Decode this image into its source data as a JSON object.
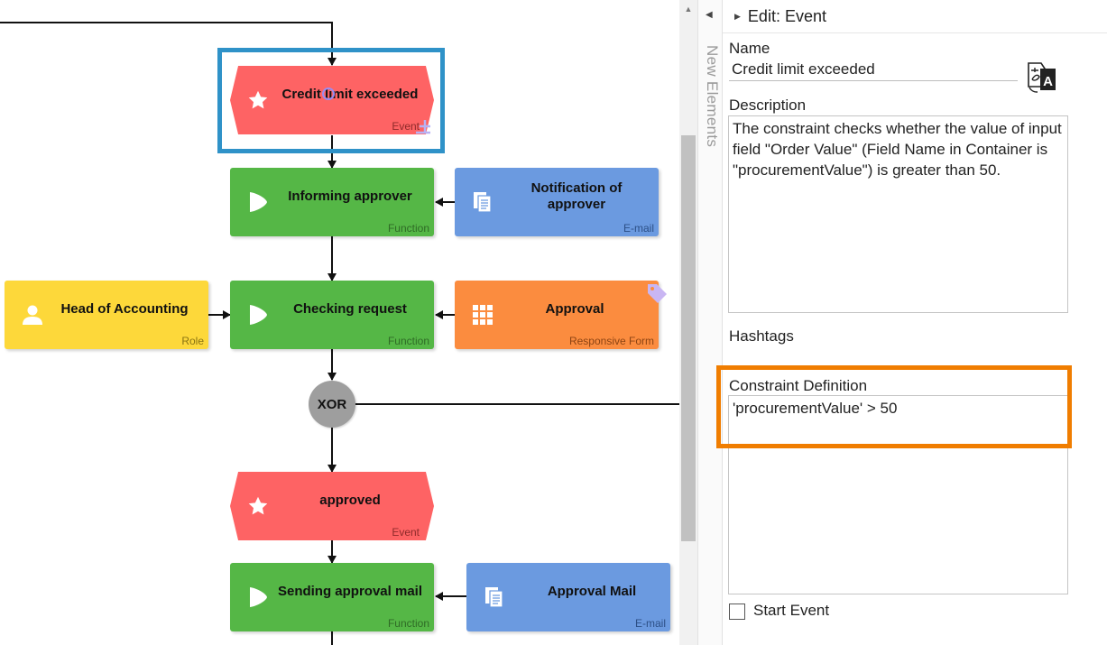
{
  "diagram": {
    "nodes": {
      "credit_limit": {
        "label": "Credit limit exceeded",
        "type": "Event"
      },
      "informing": {
        "label": "Informing approver",
        "type": "Function"
      },
      "notification": {
        "label": "Notification of approver",
        "type": "E-mail"
      },
      "head_accounting": {
        "label": "Head of Accounting",
        "type": "Role"
      },
      "checking": {
        "label": "Checking request",
        "type": "Function"
      },
      "approval_form": {
        "label": "Approval",
        "type": "Responsive Form"
      },
      "xor": {
        "label": "XOR"
      },
      "approved": {
        "label": "approved",
        "type": "Event"
      },
      "sending_mail": {
        "label": "Sending approval mail",
        "type": "Function"
      },
      "approval_mail": {
        "label": "Approval Mail",
        "type": "E-mail"
      }
    },
    "colors": {
      "event": "#fe6364",
      "function": "#55b746",
      "email": "#6b9ae0",
      "role": "#fdd83a",
      "form": "#fb8c3f",
      "gateway": "#9e9e9e",
      "selection": "#2f92c8",
      "highlight": "#f07d00"
    }
  },
  "palette": {
    "label": "New Elements"
  },
  "panel": {
    "title": "Edit: Event",
    "name_label": "Name",
    "name_value": "Credit limit exceeded",
    "description_label": "Description",
    "description_value": "The constraint checks whether the value of input field \"Order Value\" (Field Name in Container is \"procurementValue\") is greater than 50.",
    "hashtags_label": "Hashtags",
    "constraint_label": "Constraint Definition",
    "constraint_value": "'procurementValue' > 50",
    "start_event_label": "Start Event",
    "start_event_checked": false
  }
}
